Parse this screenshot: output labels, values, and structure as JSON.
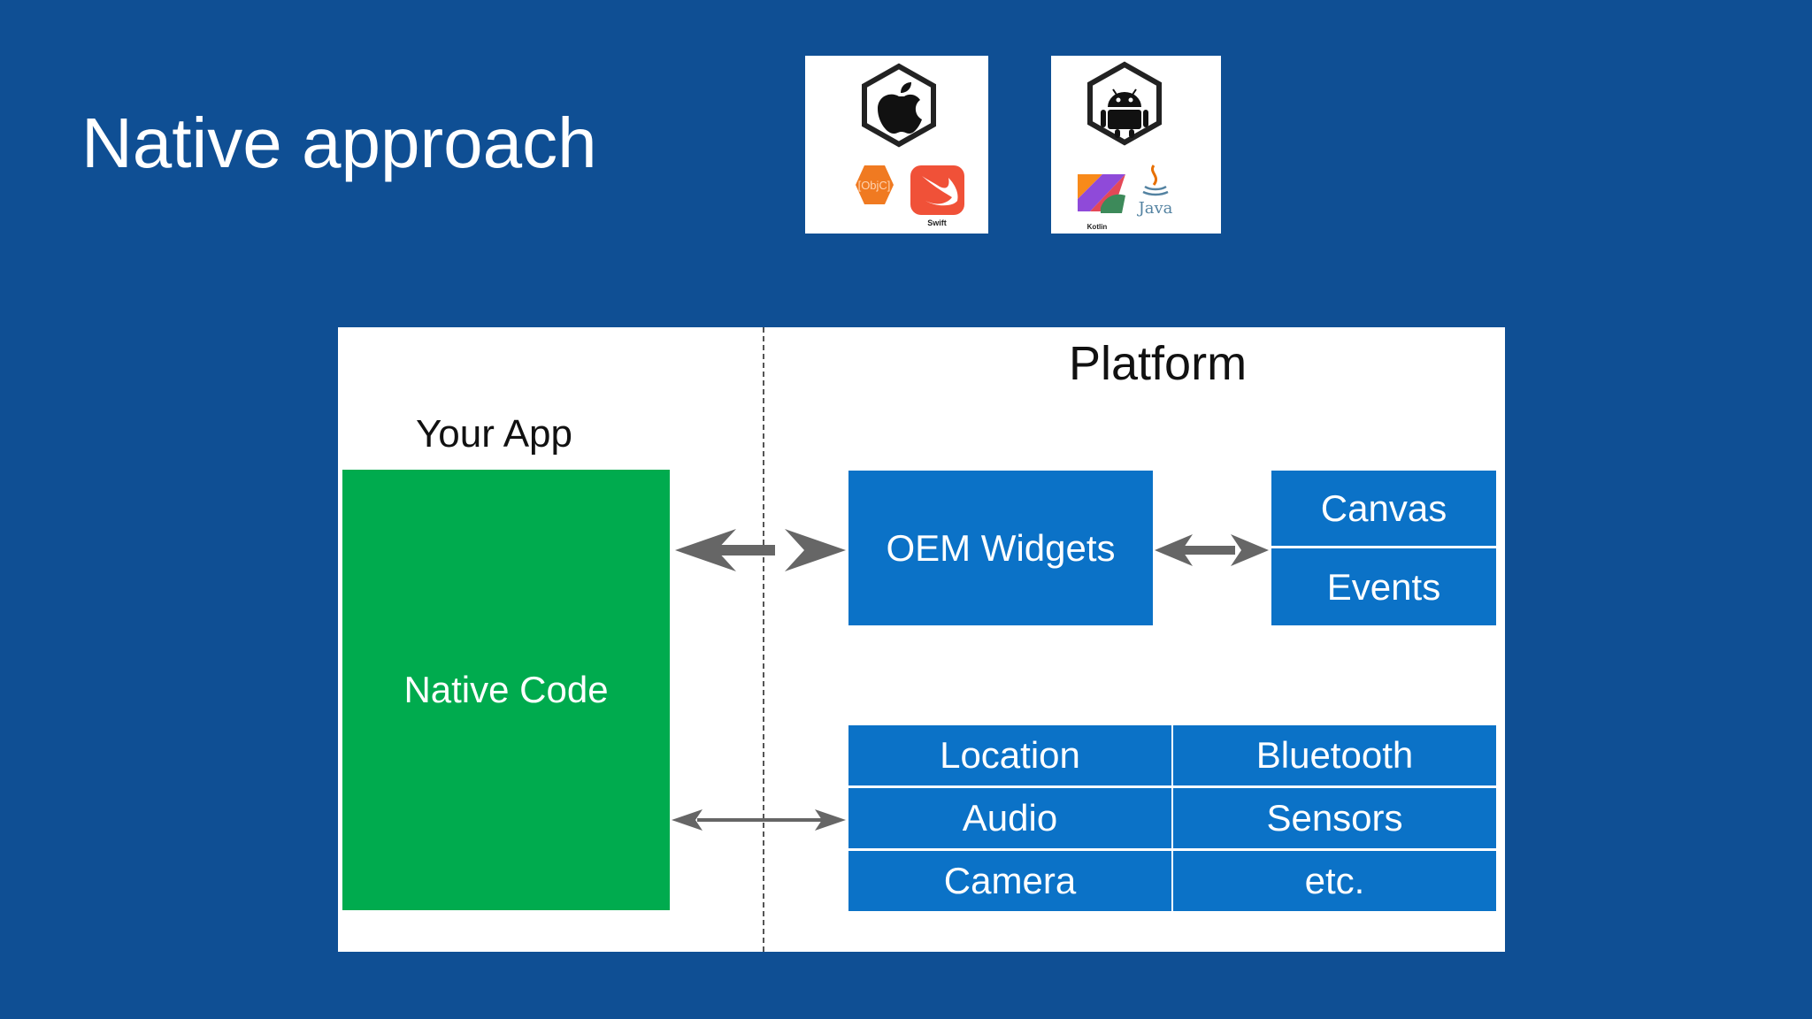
{
  "slide": {
    "title": "Native approach"
  },
  "logos": {
    "ios": {
      "main_icon": "apple-icon",
      "badges": [
        "[ObjC]",
        "Swift"
      ],
      "colors": {
        "hexagon": "#222222",
        "objc": "#f07a21",
        "swift": "#f05138"
      }
    },
    "android": {
      "main_icon": "android-icon",
      "badges": [
        "Kotlin",
        "Java"
      ],
      "colors": {
        "hexagon": "#222222",
        "kotlin": "#e44857",
        "java": "#5382a1"
      }
    }
  },
  "diagram": {
    "your_app_label": "Your App",
    "platform_label": "Platform",
    "native_code": "Native Code",
    "oem_widgets": "OEM Widgets",
    "canvas": "Canvas",
    "events": "Events",
    "services": [
      "Location",
      "Bluetooth",
      "Audio",
      "Sensors",
      "Camera",
      "etc."
    ],
    "colors": {
      "native": "#00ab4e",
      "platform_box": "#0b72c7",
      "arrow": "#666666",
      "background": "#0f4f94"
    }
  }
}
